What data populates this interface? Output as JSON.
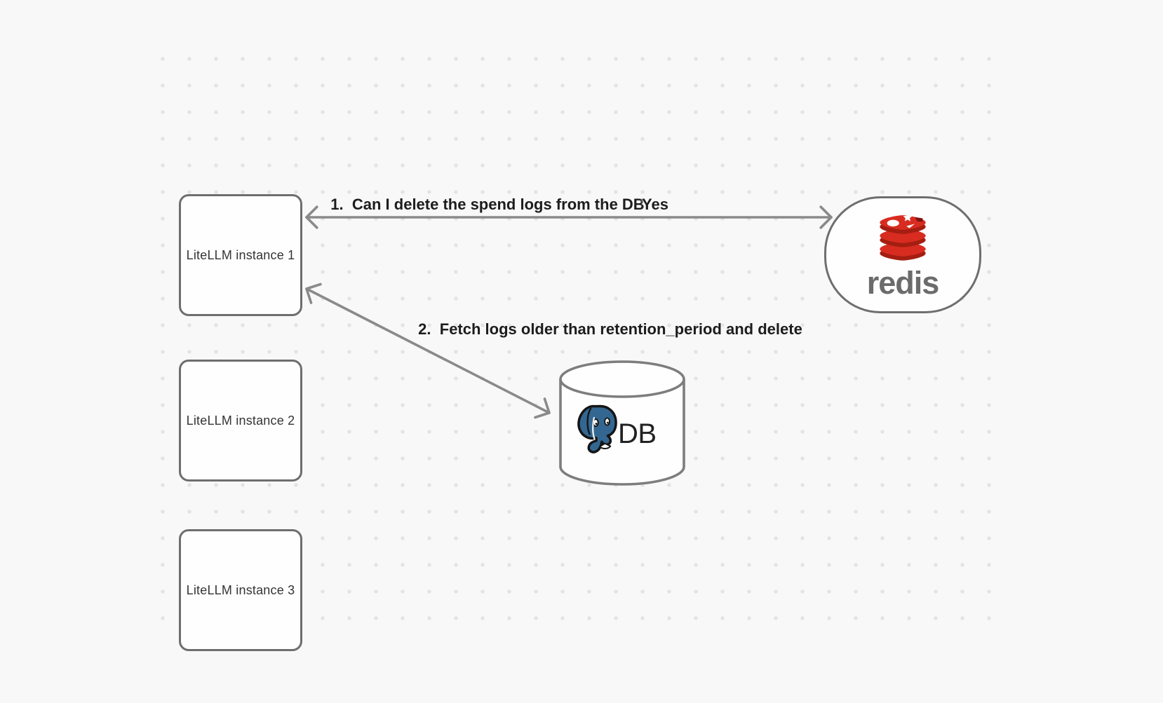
{
  "canvas": {
    "background_color": "#f8f8f8",
    "dot_grid_color": "#e3e3e3"
  },
  "nodes": {
    "instances": [
      {
        "label": "LiteLLM instance 1"
      },
      {
        "label": "LiteLLM instance 2"
      },
      {
        "label": "LiteLLM instance 3"
      }
    ],
    "redis": {
      "wordmark": "redis",
      "icon": "redis-logo"
    },
    "db": {
      "label": "DB",
      "icon": "postgresql-logo"
    }
  },
  "edges": {
    "edge1": {
      "label": "1.  Can I delete the spend logs from the DB",
      "response": "Yes",
      "from": "redis",
      "to": "LiteLLM instance 1",
      "style": "double-arrow"
    },
    "edge2": {
      "label": "2.  Fetch logs older than retention_period and delete",
      "from": "LiteLLM instance 1",
      "to": "DB",
      "style": "double-arrow"
    }
  },
  "colors": {
    "shape_stroke": "#6e6e6e",
    "arrow_stroke": "#8a8a8a",
    "label_text": "#1d1d1d",
    "box_label_text": "#343434",
    "redis_red": "#d82c20",
    "redis_dark_red": "#a41e11",
    "redis_wordmark_gray": "#6b6b6b",
    "postgres_blue": "#336791"
  }
}
